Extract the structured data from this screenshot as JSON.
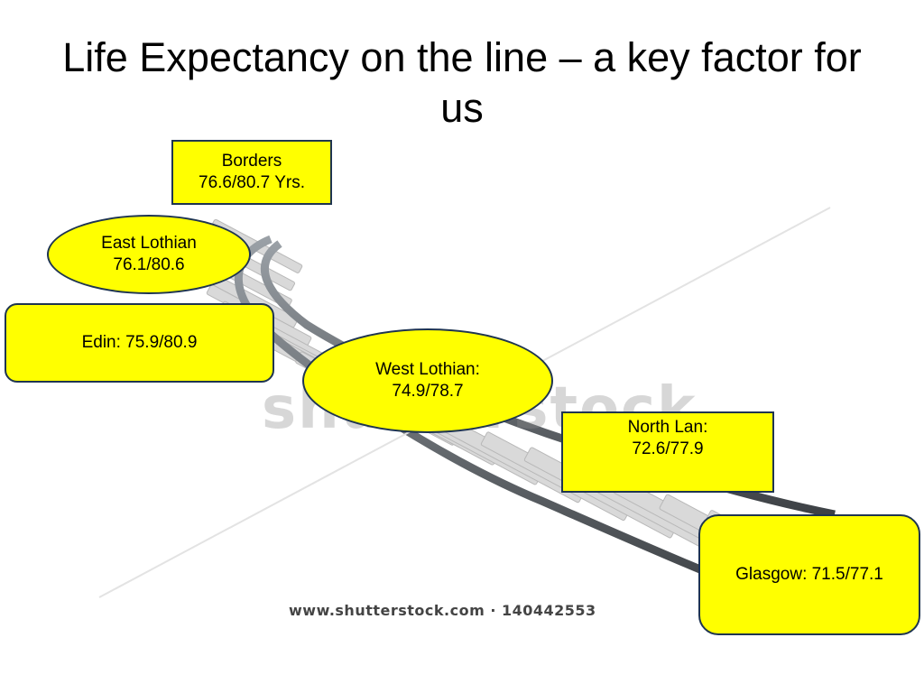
{
  "title": "Life Expectancy on the line – a key factor for us",
  "callouts": {
    "borders": {
      "line1": "Borders",
      "line2": "76.6/80.7 Yrs."
    },
    "east_lothian": {
      "line1": "East Lothian",
      "line2": "76.1/80.6"
    },
    "edin": {
      "line1": "Edin: 75.9/80.9"
    },
    "west_lothian": {
      "line1": "West Lothian:",
      "line2": "74.9/78.7"
    },
    "north_lan": {
      "line1": "North Lan:",
      "line2": "72.6/77.9"
    },
    "glasgow": {
      "line1": "Glasgow: 71.5/77.1"
    }
  },
  "image_credit": {
    "url_text": "www.shutterstock.com · 140442553",
    "brand_text": "shutterstock"
  },
  "colors": {
    "callout_fill": "#ffff00",
    "callout_border": "#1f3550",
    "rail": "#5a5e63",
    "sleeper": "#d9d9d9"
  }
}
